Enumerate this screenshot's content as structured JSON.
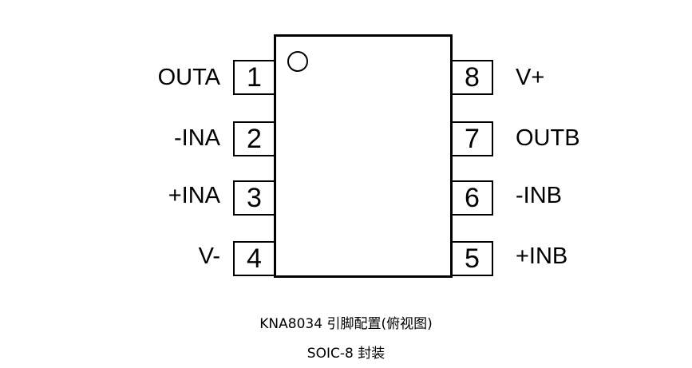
{
  "package_diagram": {
    "left_pins": [
      {
        "number": "1",
        "label": "OUTA"
      },
      {
        "number": "2",
        "label": "-INA"
      },
      {
        "number": "3",
        "label": "+INA"
      },
      {
        "number": "4",
        "label": "V-"
      }
    ],
    "right_pins": [
      {
        "number": "8",
        "label": "V+"
      },
      {
        "number": "7",
        "label": "OUTB"
      },
      {
        "number": "6",
        "label": "-INB"
      },
      {
        "number": "5",
        "label": "+INB"
      }
    ]
  },
  "captions": {
    "title": "KNA8034 引脚配置(俯视图)",
    "package": "SOIC-8 封装"
  }
}
